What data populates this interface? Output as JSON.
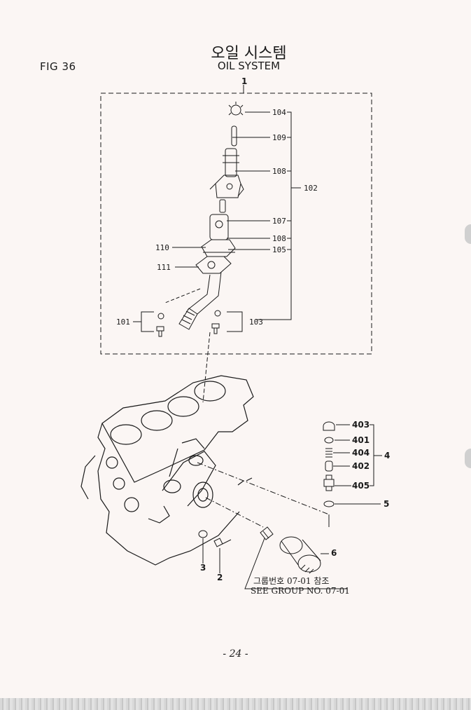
{
  "header": {
    "fig_label": "FIG 36",
    "title_ko": "오일 시스템",
    "title_en": "OIL SYSTEM"
  },
  "callouts": {
    "c1": "1",
    "c104": "104",
    "c109": "109",
    "c108a": "108",
    "c102": "102",
    "c107": "107",
    "c108b": "108",
    "c105": "105",
    "c110": "110",
    "c111": "111",
    "c101": "101",
    "c103": "103",
    "c403": "403",
    "c401": "401",
    "c404": "404",
    "c402": "402",
    "c405": "405",
    "c4": "4",
    "c5": "5",
    "c6": "6",
    "c2": "2",
    "c3": "3"
  },
  "reference": {
    "ko": "그룹번호 07-01 참조",
    "en": "SEE GROUP NO. 07-01"
  },
  "footer": {
    "page": "- 24 -"
  },
  "colors": {
    "background": "#fbf6f4",
    "ink": "#1a1a1a"
  }
}
